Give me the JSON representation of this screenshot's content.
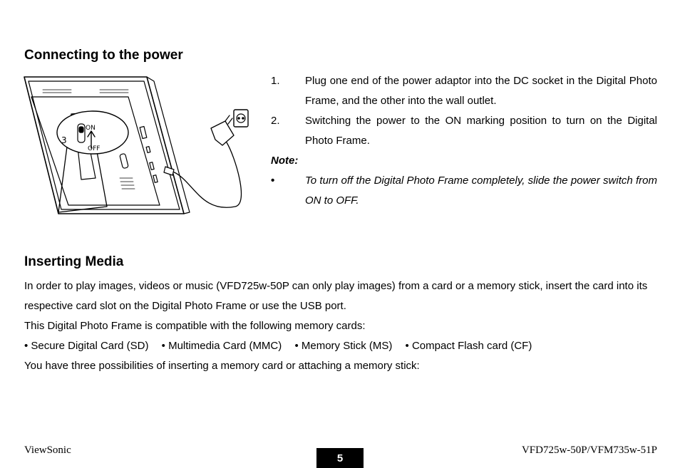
{
  "section1": {
    "title": "Connecting to the power",
    "steps": [
      {
        "num": "1.",
        "text": "Plug one end of the power adaptor into the DC socket in the Digital Photo Frame, and the other into the wall outlet."
      },
      {
        "num": "2.",
        "text": "Switching the power to the ON marking position to turn on the Digital Photo Frame."
      }
    ],
    "note_label": "Note:",
    "note_bullet": "•",
    "note_text": "To turn off the Digital Photo Frame completely, slide the power switch from ON to OFF.",
    "figure": {
      "callout_number": "3",
      "switch_on": "ON",
      "switch_off": "OFF"
    }
  },
  "section2": {
    "title": "Inserting Media",
    "paragraph1": "In order to play images, videos or music (VFD725w-50P can only play images) from a card or a memory stick, insert the card into its respective card slot on the Digital Photo Frame or use the USB port.",
    "paragraph2": "This Digital Photo Frame is compatible with the following memory cards:",
    "cards": [
      "• Secure Digital Card (SD)",
      "• Multimedia Card (MMC)",
      "• Memory Stick (MS)",
      "• Compact Flash card (CF)"
    ],
    "paragraph3": "You have three possibilities of inserting a memory card or attaching a memory stick:"
  },
  "footer": {
    "brand": "ViewSonic",
    "page_number": "5",
    "model": "VFD725w-50P/VFM735w-51P"
  }
}
